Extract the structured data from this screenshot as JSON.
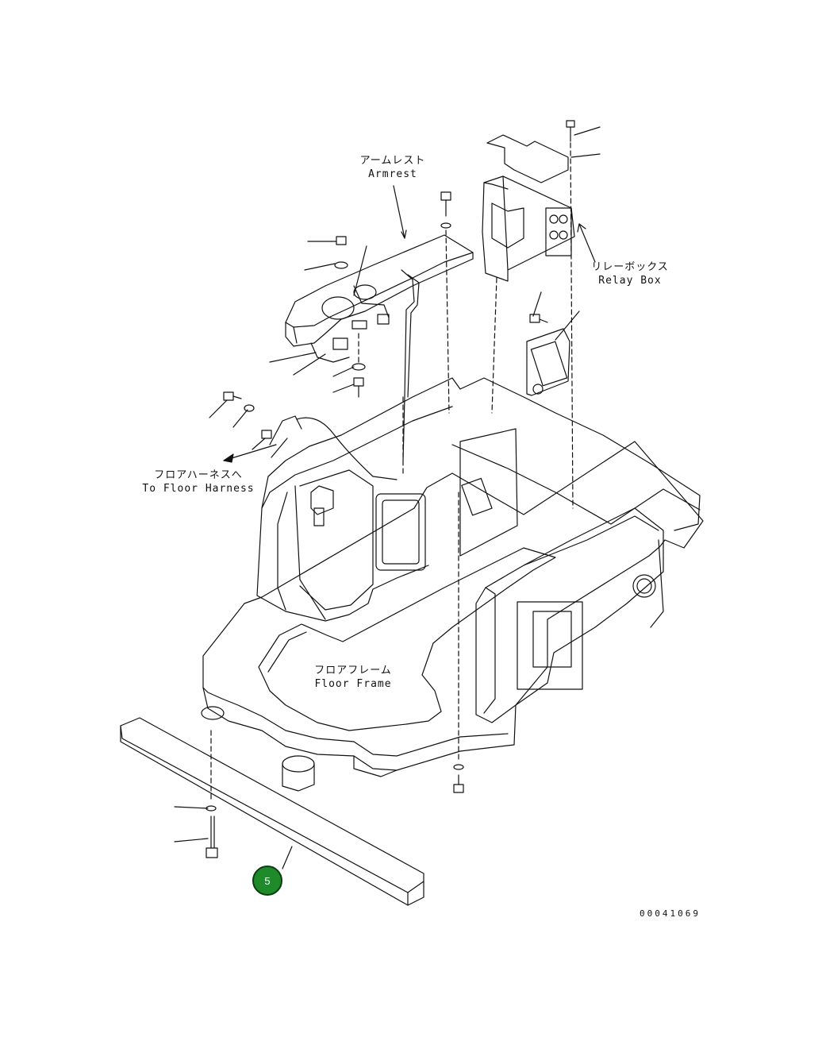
{
  "labels": {
    "armrest": {
      "jp": "アームレスト",
      "en": "Armrest"
    },
    "relay_box": {
      "jp": "リレーボックス",
      "en": "Relay Box"
    },
    "floor_harness": {
      "jp": "フロアハーネスへ",
      "en": "To Floor Harness"
    },
    "floor_frame": {
      "jp": "フロアフレーム",
      "en": "Floor Frame"
    }
  },
  "callout": {
    "number": "5",
    "color": "#1e8a2a"
  },
  "drawing_code": "00041069"
}
